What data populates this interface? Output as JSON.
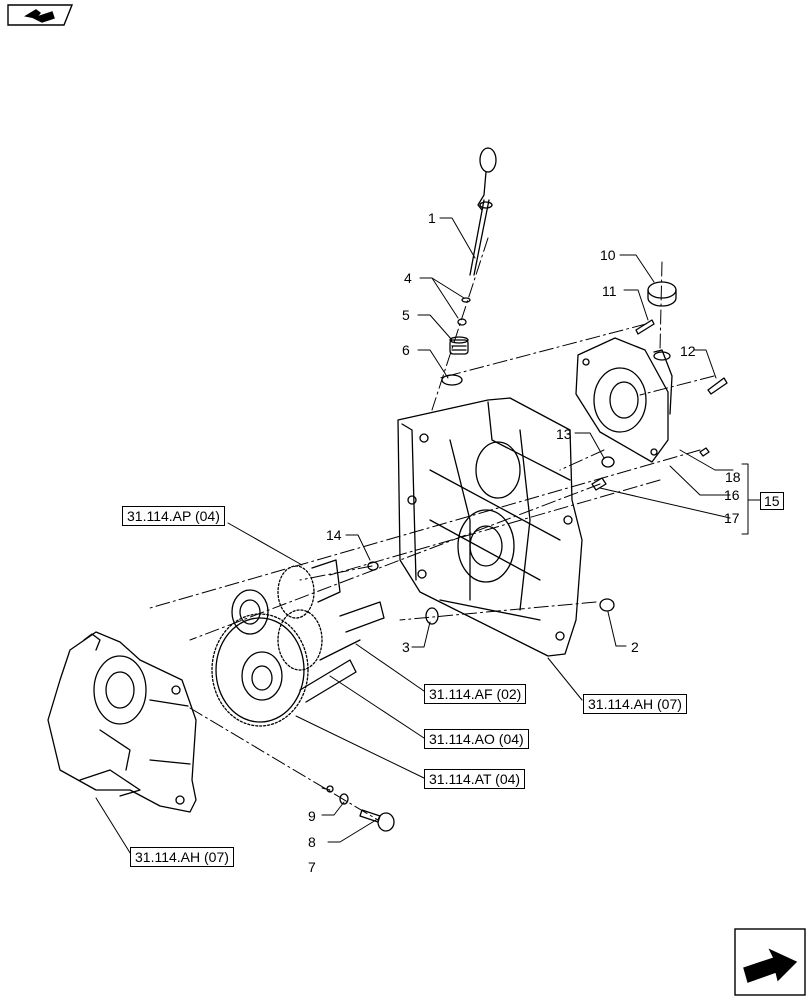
{
  "callouts": [
    {
      "id": "1",
      "text": "1"
    },
    {
      "id": "2",
      "text": "2"
    },
    {
      "id": "3",
      "text": "3"
    },
    {
      "id": "4",
      "text": "4"
    },
    {
      "id": "5",
      "text": "5"
    },
    {
      "id": "6",
      "text": "6"
    },
    {
      "id": "7",
      "text": "7"
    },
    {
      "id": "8",
      "text": "8"
    },
    {
      "id": "9",
      "text": "9"
    },
    {
      "id": "10",
      "text": "10"
    },
    {
      "id": "11",
      "text": "11"
    },
    {
      "id": "12",
      "text": "12"
    },
    {
      "id": "13",
      "text": "13"
    },
    {
      "id": "14",
      "text": "14"
    },
    {
      "id": "15",
      "text": "15"
    },
    {
      "id": "16",
      "text": "16"
    },
    {
      "id": "17",
      "text": "17"
    },
    {
      "id": "18",
      "text": "18"
    }
  ],
  "references": [
    {
      "id": "ap",
      "text": "31.114.AP (04)"
    },
    {
      "id": "af",
      "text": "31.114.AF (02)"
    },
    {
      "id": "ao",
      "text": "31.114.AO (04)"
    },
    {
      "id": "at",
      "text": "31.114.AT (04)"
    },
    {
      "id": "ah_right",
      "text": "31.114.AH (07)"
    },
    {
      "id": "ah_left",
      "text": "31.114.AH (07)"
    }
  ],
  "nav": {
    "top_icon": "book-arrow-icon",
    "bottom_icon": "next-page-arrow-icon"
  }
}
